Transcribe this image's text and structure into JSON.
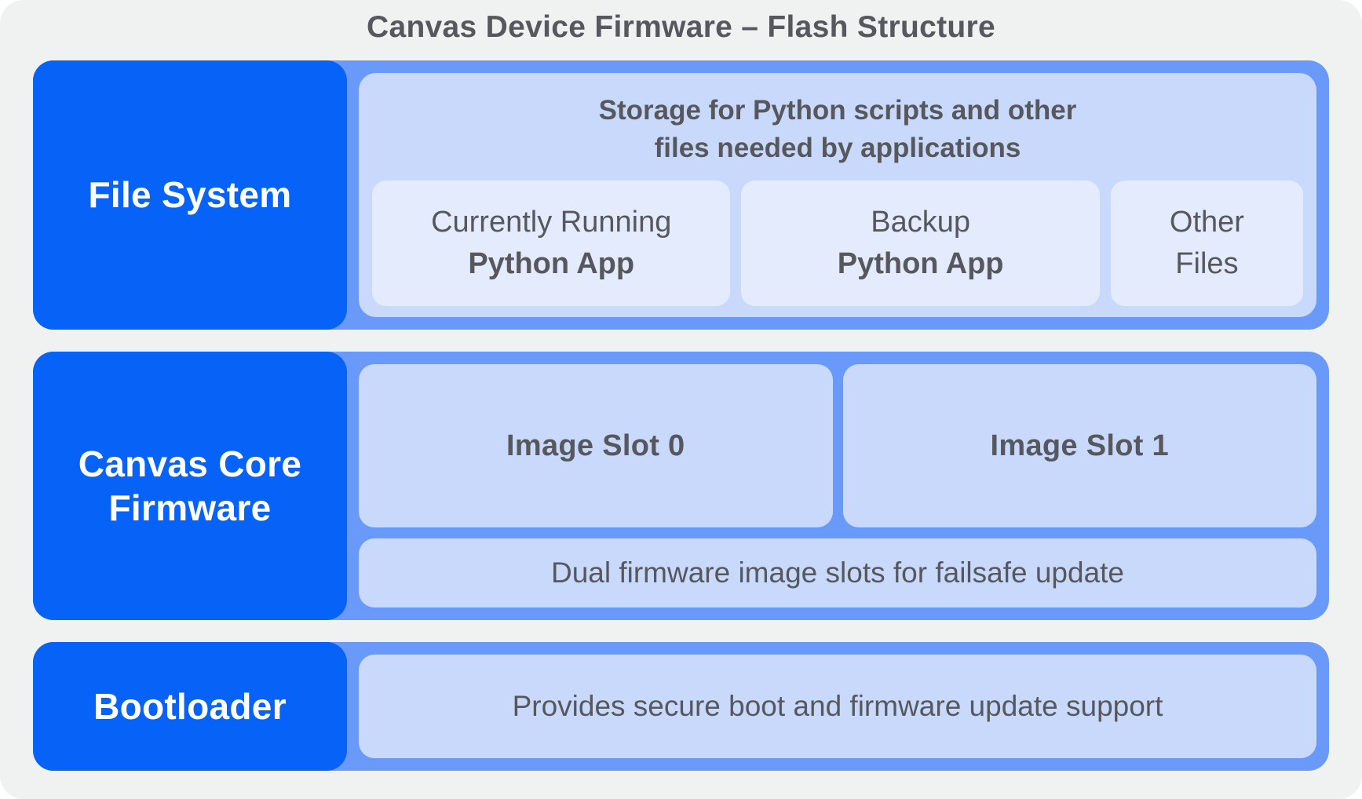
{
  "title": "Canvas Device Firmware – Flash Structure",
  "colors": {
    "panel_bg": "#f0f1f1",
    "accent_blue": "#0762f7",
    "row_blue": "#699afa",
    "content_blue": "#c8d9fc",
    "subbox_blue": "#e3ebfd",
    "text_dark": "#56585d",
    "text_white": "#ffffff"
  },
  "rows": [
    {
      "label": "File System",
      "heading_line1": "Storage for Python scripts and other",
      "heading_line2": "files needed by applications",
      "boxes": [
        {
          "line1": "Currently Running",
          "line2": "Python App"
        },
        {
          "line1": "Backup",
          "line2": "Python App"
        },
        {
          "line1": "Other",
          "line2": "Files"
        }
      ]
    },
    {
      "label": "Canvas Core Firmware",
      "slots": [
        "Image Slot 0",
        "Image Slot 1"
      ],
      "caption": "Dual firmware image slots for failsafe update"
    },
    {
      "label": "Bootloader",
      "caption": "Provides secure boot and firmware update support"
    }
  ]
}
